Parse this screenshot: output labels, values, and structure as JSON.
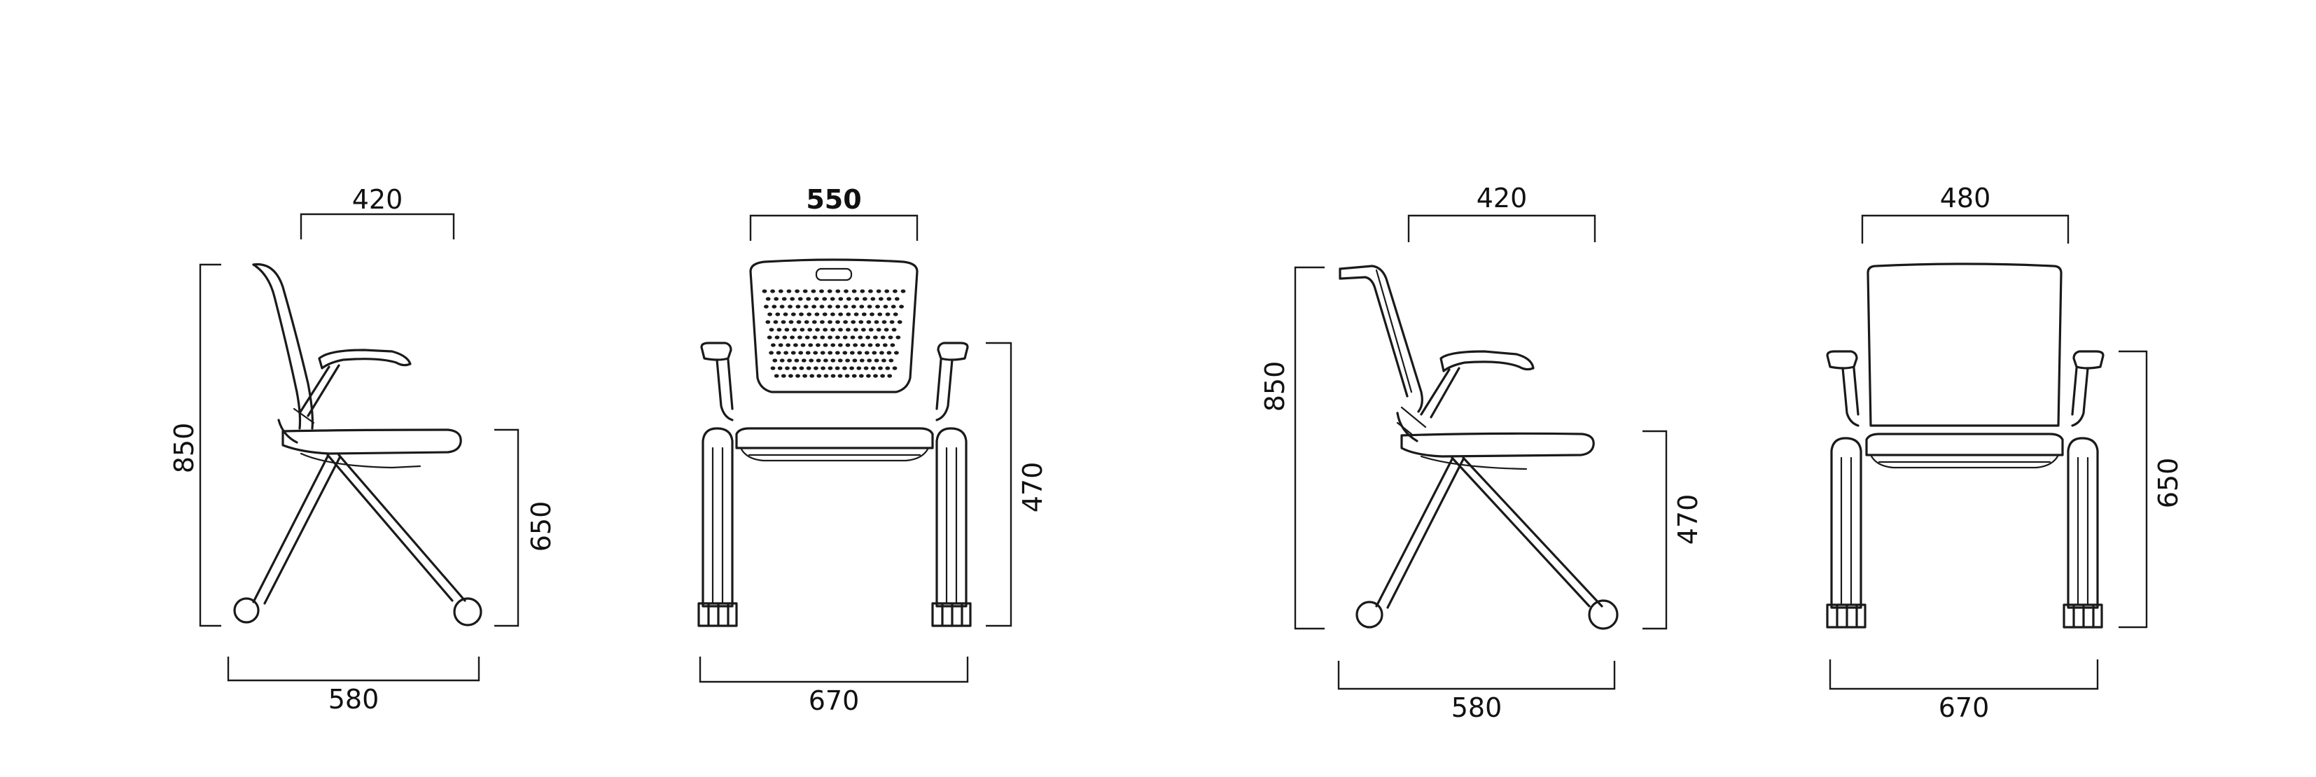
{
  "views": [
    {
      "id": "model-a-side",
      "dimensions": {
        "width": "420",
        "height": "850",
        "seat_height": "650",
        "depth": "580"
      }
    },
    {
      "id": "model-a-front",
      "dimensions": {
        "width": "550",
        "seat_height": "470",
        "depth": "670"
      }
    },
    {
      "id": "model-b-side",
      "dimensions": {
        "width": "420",
        "height": "850",
        "seat_height": "470",
        "depth": "580"
      }
    },
    {
      "id": "model-b-front",
      "dimensions": {
        "width": "480",
        "seat_height": "650",
        "depth": "670"
      }
    }
  ],
  "colors": {
    "line": "#1a1a1a",
    "background": "#ffffff"
  },
  "units": ""
}
